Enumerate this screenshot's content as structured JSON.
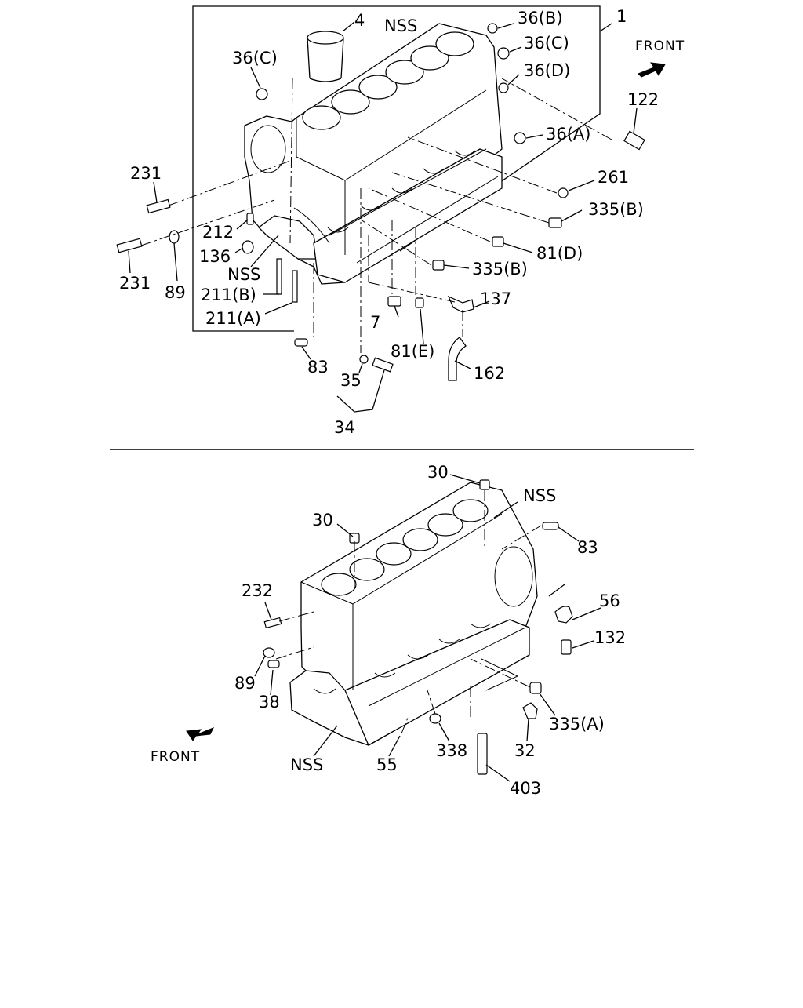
{
  "upper": {
    "labels": {
      "l_4": "4",
      "l_nss_top": "NSS",
      "l_36b": "36(B)",
      "l_1": "1",
      "l_36c_r": "36(C)",
      "l_36c_l": "36(C)",
      "l_36d": "36(D)",
      "l_front": "FRONT",
      "l_122": "122",
      "l_36a": "36(A)",
      "l_231_a": "231",
      "l_261": "261",
      "l_335b_r": "335(B)",
      "l_212": "212",
      "l_136": "136",
      "l_81d": "81(D)",
      "l_nss_mid": "NSS",
      "l_231_b": "231",
      "l_89": "89",
      "l_335b_c": "335(B)",
      "l_211b": "211(B)",
      "l_137": "137",
      "l_211a": "211(A)",
      "l_7": "7",
      "l_81e": "81(E)",
      "l_83": "83",
      "l_162": "162",
      "l_35": "35",
      "l_34": "34"
    }
  },
  "lower": {
    "labels": {
      "l_30_a": "30",
      "l_nss_top": "NSS",
      "l_30_b": "30",
      "l_83": "83",
      "l_232": "232",
      "l_56": "56",
      "l_132": "132",
      "l_89": "89",
      "l_38": "38",
      "l_335a": "335(A)",
      "l_front": "FRONT",
      "l_338": "338",
      "l_32": "32",
      "l_nss_bot": "NSS",
      "l_55": "55",
      "l_403": "403"
    }
  },
  "icons": [
    "front-arrow-icon"
  ]
}
